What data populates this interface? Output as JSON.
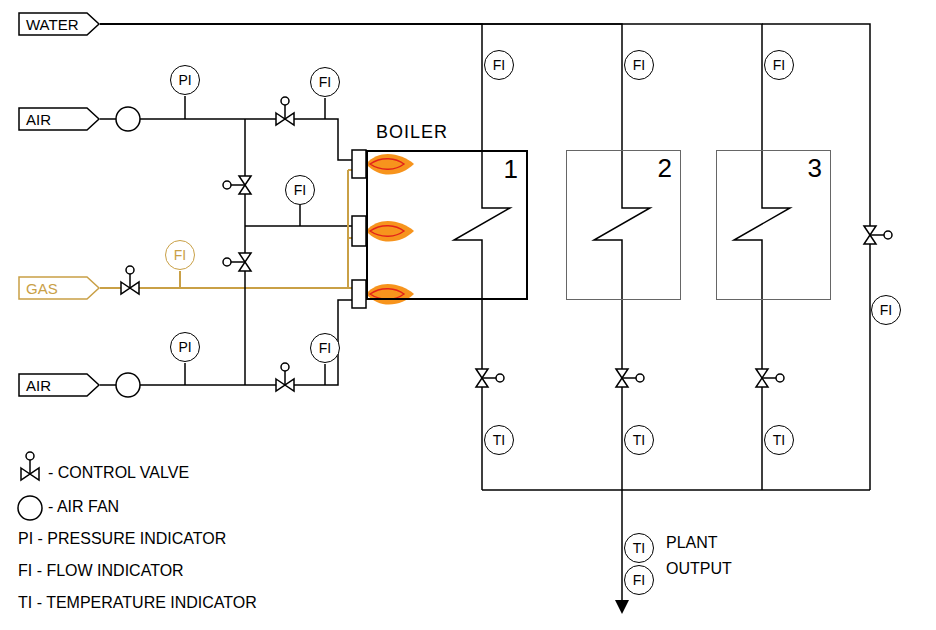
{
  "diagram": {
    "nodes": [
      {
        "text": [
          "WATER"
        ]
      },
      {
        "text": [
          "PI"
        ]
      },
      {
        "text": [
          "FI"
        ]
      },
      {
        "text": [
          "FI"
        ]
      },
      {
        "text": [
          "FI"
        ]
      },
      {
        "text": [
          "FI"
        ]
      },
      {
        "text": [
          "AIR"
        ]
      },
      {
        "text": [
          "BOILER",
          "1"
        ]
      },
      {
        "text": [
          "2"
        ]
      },
      {
        "text": [
          "3"
        ]
      },
      {
        "text": [
          "FI"
        ]
      },
      {
        "text": [
          "FI"
        ]
      },
      {
        "text": [
          "GAS"
        ]
      },
      {
        "text": [
          "FI"
        ]
      },
      {
        "text": [
          "PI"
        ]
      },
      {
        "text": [
          "FI"
        ]
      },
      {
        "text": [
          "AIR"
        ]
      },
      {
        "text": [
          "TI"
        ]
      },
      {
        "text": [
          "TI"
        ]
      },
      {
        "text": [
          "TI"
        ]
      },
      {
        "text": [
          "TI"
        ]
      },
      {
        "text": [
          "FI"
        ]
      }
    ],
    "edges": [
      {
        "from": 0,
        "to": 7,
        "arrow": "none"
      },
      {
        "from": 0,
        "to": 8,
        "arrow": "none"
      },
      {
        "from": 0,
        "to": 9,
        "arrow": "none"
      },
      {
        "from": 6,
        "to": 7,
        "arrow": "none"
      },
      {
        "from": 12,
        "to": 7,
        "arrow": "none"
      },
      {
        "from": 16,
        "to": 7,
        "arrow": "none"
      }
    ],
    "labels": [
      "PLANT OUTPUT"
    ],
    "legend": [
      {
        "text": "- CONTROL VALVE"
      },
      {
        "text": "- AIR FAN"
      },
      {
        "text": "PI - PRESSURE INDICATOR"
      },
      {
        "text": "FI - FLOW INDICATOR"
      },
      {
        "text": "TI - TEMPERATURE INDICATOR"
      }
    ]
  }
}
